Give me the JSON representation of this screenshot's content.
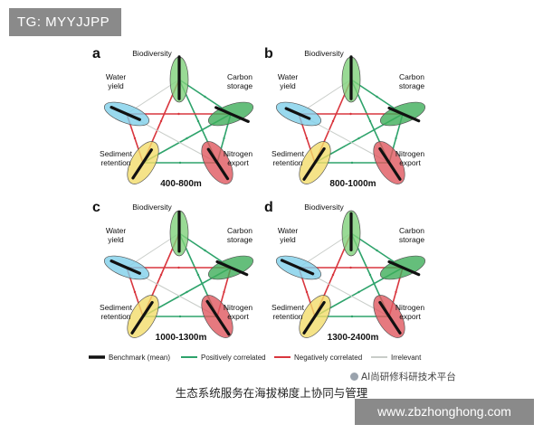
{
  "tag": "TG: MYYJJPP",
  "node_labels": {
    "biodiversity": "Biodiversity",
    "carbon_storage": [
      "Carbon",
      "storage"
    ],
    "nitrogen_export": [
      "Nitrogen",
      "export"
    ],
    "sediment_retention": [
      "Sediment",
      "retention"
    ],
    "water_yield": [
      "Water",
      "yield"
    ]
  },
  "panels": [
    {
      "letter": "a",
      "range": "400-800m",
      "levels": [
        0.95,
        0.7,
        0.7,
        0.65,
        0.55
      ],
      "extra_lines": [
        "pos",
        "pos",
        "pos",
        "neg",
        "irr",
        "pos",
        "neg",
        "pos",
        "neg",
        "irr"
      ]
    },
    {
      "letter": "b",
      "range": "800-1000m",
      "levels": [
        0.95,
        0.6,
        0.75,
        0.75,
        0.35
      ],
      "extra_lines": [
        "pos",
        "pos",
        "pos",
        "neg",
        "irr",
        "pos",
        "neg",
        "pos",
        "neg",
        "irr"
      ]
    },
    {
      "letter": "c",
      "range": "1000-1300m",
      "levels": [
        0.85,
        0.6,
        0.85,
        0.75,
        0.55
      ],
      "extra_lines": [
        "pos",
        "neg",
        "pos",
        "neg",
        "irr",
        "pos",
        "neg",
        "pos",
        "neg",
        "irr"
      ]
    },
    {
      "letter": "d",
      "range": "1300-2400m",
      "levels": [
        0.75,
        0.6,
        0.75,
        0.75,
        0.65
      ],
      "extra_lines": [
        "pos",
        "neg",
        "pos",
        "neg",
        "irr",
        "pos",
        "neg",
        "pos",
        "neg",
        "irr"
      ]
    }
  ],
  "legend": [
    {
      "label": "Benchmark (mean)",
      "color": "#111111"
    },
    {
      "label": "Positively correlated",
      "color": "#2ea36b"
    },
    {
      "label": "Negatively correlated",
      "color": "#d9363e"
    },
    {
      "label": "Irrelevant",
      "color": "#c9cdc9"
    }
  ],
  "node_colors": {
    "biodiversity": "#7fd17a",
    "carbon_storage": "#3fae5a",
    "nitrogen_export": "#e0575f",
    "sediment_retention": "#f2dc6a",
    "water_yield": "#7fd0ea"
  },
  "source": "AI尚研修科研技术平台",
  "caption": "生态系统服务在海拔梯度上协同与管理",
  "watermark": "www.zbzhonghong.com"
}
